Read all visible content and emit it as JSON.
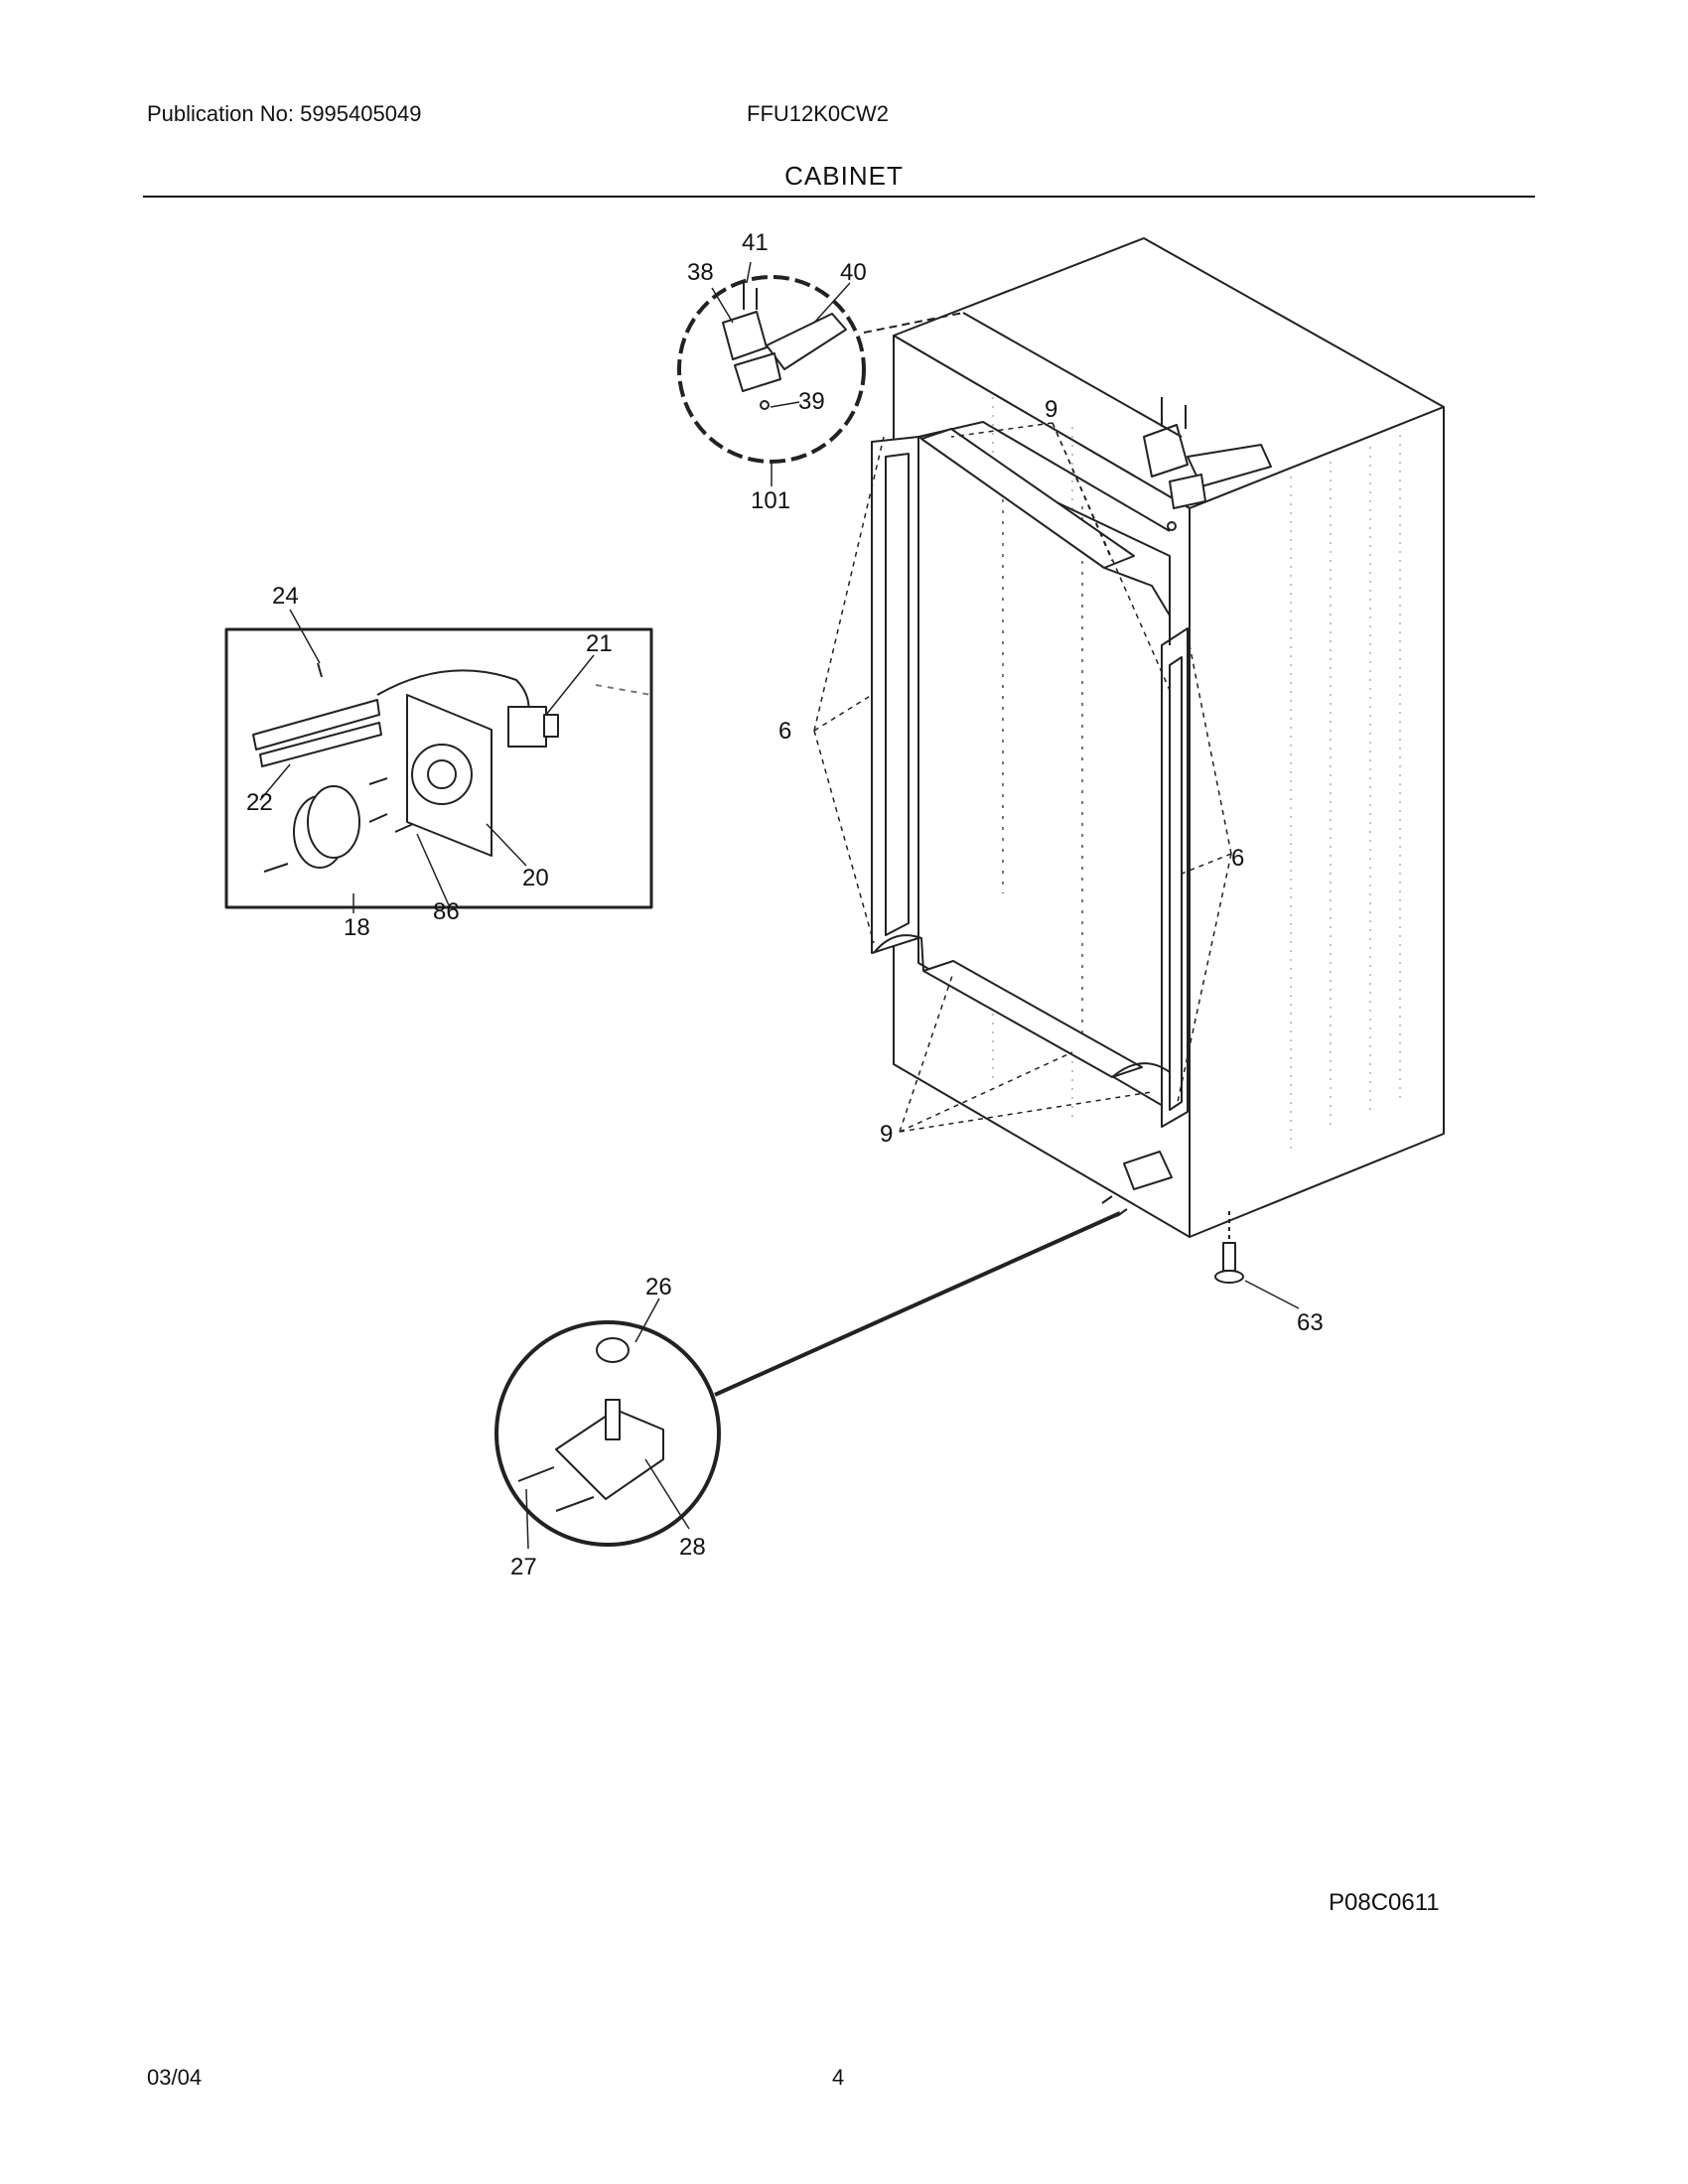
{
  "header": {
    "publication": "Publication No: 5995405049",
    "model": "FFU12K0CW2",
    "section_title": "CABINET"
  },
  "part_labels": {
    "p41": "41",
    "p38": "38",
    "p40": "40",
    "p39": "39",
    "p101": "101",
    "p9a": "9",
    "p9b": "9",
    "p6a": "6",
    "p6b": "6",
    "p24": "24",
    "p21": "21",
    "p22": "22",
    "p20": "20",
    "p18": "18",
    "p86": "86",
    "p26": "26",
    "p27": "27",
    "p28": "28",
    "p63": "63"
  },
  "footer": {
    "figure_code": "P08C0611",
    "date": "03/04",
    "page_number": "4"
  }
}
